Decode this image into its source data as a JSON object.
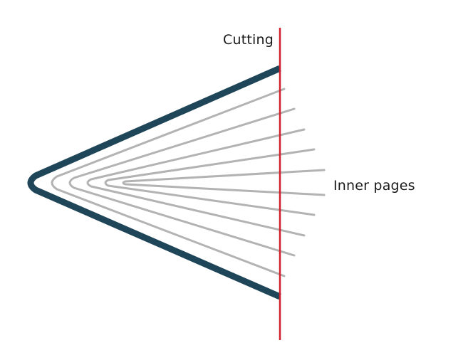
{
  "labels": {
    "cutting": "Cutting",
    "inner_pages": "Inner pages"
  },
  "colors": {
    "cover": "#1f4558",
    "pages": "#b3b3b3",
    "cut_line": "#d0202e",
    "text": "#1a1a1a"
  },
  "inner_page_count": 5
}
